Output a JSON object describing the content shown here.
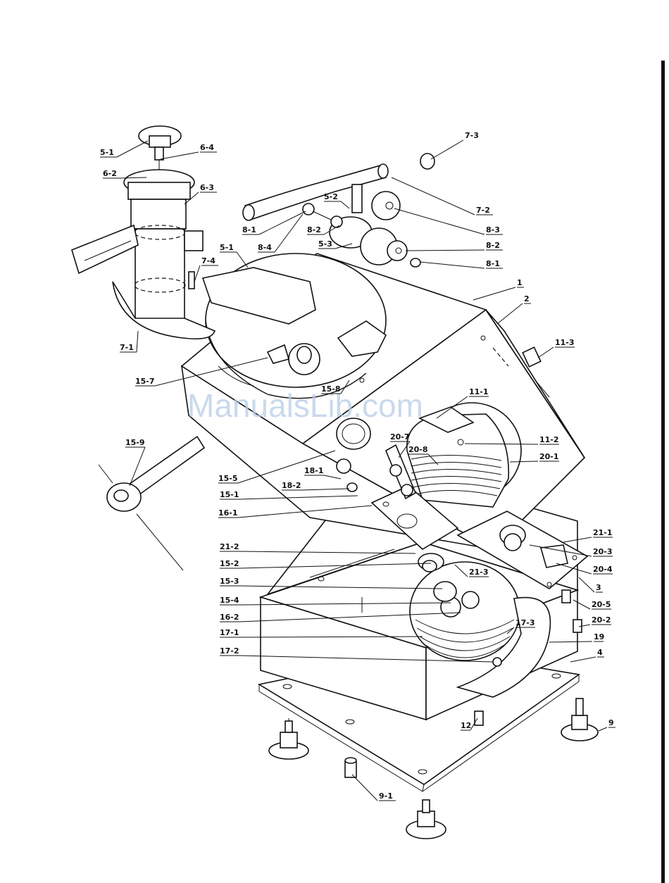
{
  "watermark": {
    "text": "ManualsLib.com",
    "color": "#b9cde6"
  },
  "callouts": [
    "5-1",
    "6-4",
    "6-2",
    "6-3",
    "7-3",
    "5-2",
    "7-2",
    "8-1",
    "8-2",
    "8-3",
    "8-4",
    "5-3",
    "5-1",
    "8-2",
    "8-1",
    "7-4",
    "1",
    "2",
    "7-1",
    "11-3",
    "15-7",
    "15-8",
    "11-1",
    "11-2",
    "20-7",
    "20-8",
    "20-1",
    "15-9",
    "15-5",
    "18-1",
    "18-2",
    "15-1",
    "16-1",
    "21-1",
    "21-2",
    "20-3",
    "15-2",
    "21-3",
    "20-4",
    "15-3",
    "3",
    "15-4",
    "20-5",
    "16-2",
    "20-2",
    "17-3",
    "17-1",
    "19",
    "17-2",
    "4",
    "12",
    "9",
    "9-1"
  ]
}
